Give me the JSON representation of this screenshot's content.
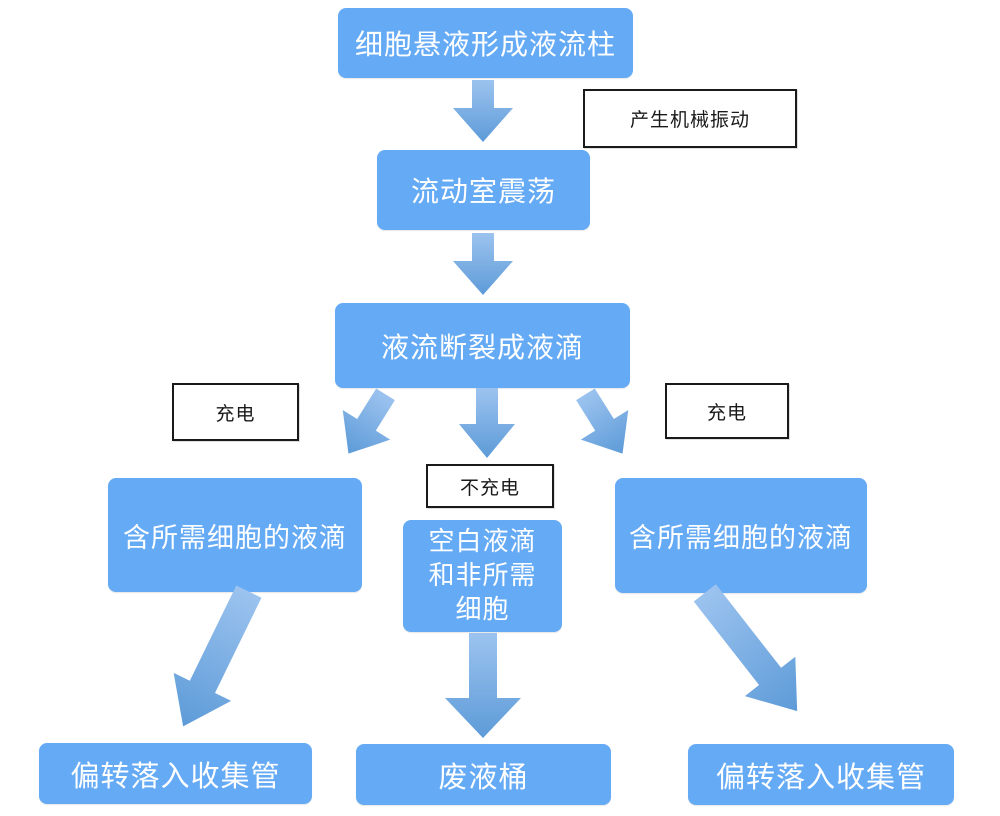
{
  "diagram": {
    "type": "flowchart",
    "nodes": {
      "n1": {
        "label": "细胞悬液形成液流柱"
      },
      "n2": {
        "label": "流动室震荡"
      },
      "n3": {
        "label": "液流断裂成液滴"
      },
      "n4": {
        "label": "含所需细胞的液滴"
      },
      "n5": {
        "label": "空白液滴\n和非所需\n细胞"
      },
      "n6": {
        "label": "含所需细胞的液滴"
      },
      "n7": {
        "label": "偏转落入收集管"
      },
      "n8": {
        "label": "废液桶"
      },
      "n9": {
        "label": "偏转落入收集管"
      }
    },
    "labels": {
      "mechanical": {
        "text": "产生机械振动"
      },
      "charge_left": {
        "text": "充电"
      },
      "charge_right": {
        "text": "充电"
      },
      "no_charge": {
        "text": "不充电"
      }
    },
    "edges": [
      {
        "from": "n1",
        "to": "n2",
        "label": "产生机械振动"
      },
      {
        "from": "n2",
        "to": "n3"
      },
      {
        "from": "n3",
        "to": "n4",
        "label": "充电"
      },
      {
        "from": "n3",
        "to": "n5",
        "label": "不充电"
      },
      {
        "from": "n3",
        "to": "n6",
        "label": "充电"
      },
      {
        "from": "n4",
        "to": "n7"
      },
      {
        "from": "n5",
        "to": "n8"
      },
      {
        "from": "n6",
        "to": "n9"
      }
    ],
    "colors": {
      "node_fill": "#65aaf5",
      "node_text": "#ffffff",
      "arrow_light": "#9cc3ef",
      "arrow_dark": "#5d9bd8",
      "label_border": "#1a1a1a",
      "label_text": "#1a1a1a",
      "background": "#ffffff"
    }
  }
}
